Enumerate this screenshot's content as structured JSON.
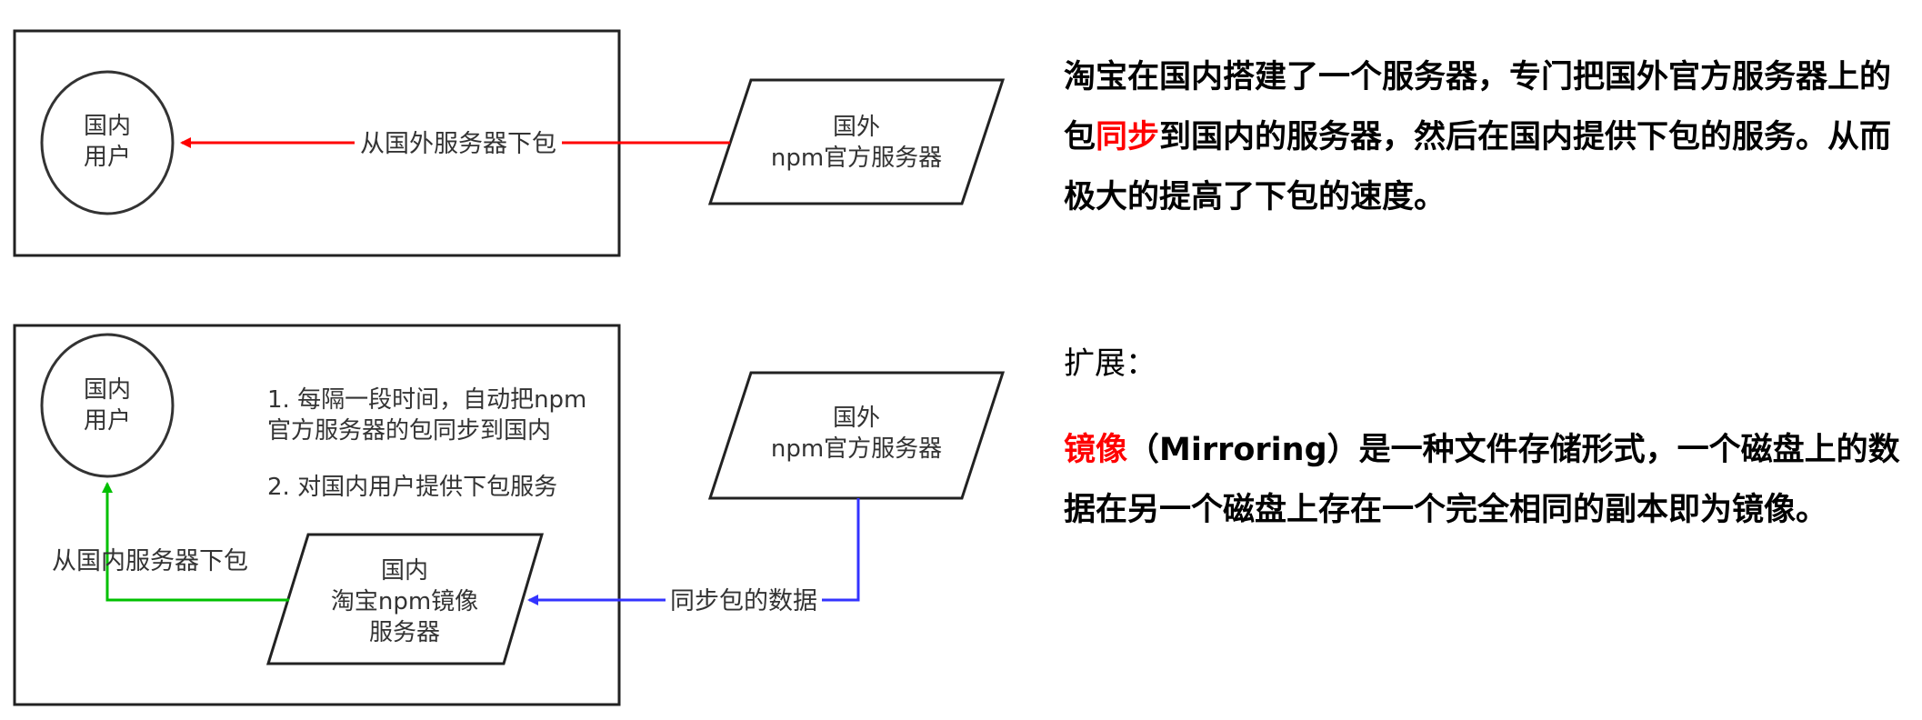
{
  "colors": {
    "red_arrow": "#ff0000",
    "green_arrow": "#00c000",
    "blue_arrow": "#3333ff",
    "highlight": "#ff0000",
    "stroke": "#222222"
  },
  "diagram_top": {
    "user": {
      "line1": "国内",
      "line2": "用户"
    },
    "server": {
      "line1": "国外",
      "line2": "npm官方服务器"
    },
    "edge_label": "从国外服务器下包"
  },
  "diagram_bottom": {
    "user": {
      "line1": "国内",
      "line2": "用户"
    },
    "note1_line1": "1. 每隔一段时间，自动把npm",
    "note1_line2": "官方服务器的包同步到国内",
    "note2": "2. 对国内用户提供下包服务",
    "mirror": {
      "line1": "国内",
      "line2": "淘宝npm镜像",
      "line3": "服务器"
    },
    "server": {
      "line1": "国外",
      "line2": "npm官方服务器"
    },
    "left_edge_label": "从国内服务器下包",
    "sync_edge_label": "同步包的数据"
  },
  "description": {
    "p1_a": "淘宝在国内搭建了一个服务器，专门把国外官方服务器上的包",
    "p1_highlight": "同步",
    "p1_b": "到国内的服务器，然后在国内提供下包的服务。从而极大的提高了下包的速度。",
    "extension_title": "扩展：",
    "p2_highlight": "镜像",
    "p2_rest": "（Mirroring）是一种文件存储形式，一个磁盘上的数据在另一个磁盘上存在一个完全相同的副本即为镜像。"
  }
}
